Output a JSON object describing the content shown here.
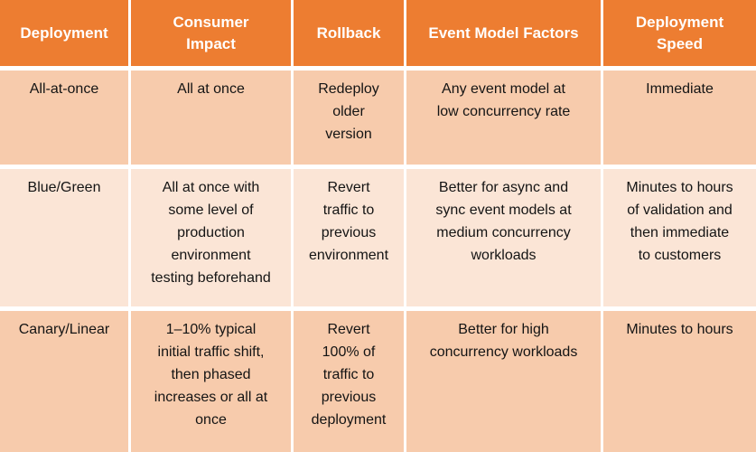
{
  "colors": {
    "header-bg": "#ED7D31",
    "row-dark": "#F7CBAC",
    "row-light": "#FBE5D6",
    "grid-line": "#FFFFFF",
    "header-text": "#FFFFFF",
    "body-text": "#141414"
  },
  "chart_data": {
    "type": "table",
    "columns": [
      "Deployment",
      "Consumer\nImpact",
      "Rollback",
      "Event Model Factors",
      "Deployment\nSpeed"
    ],
    "rows": [
      [
        "All-at-once",
        "All at once",
        "Redeploy\nolder\nversion",
        "Any event model at\nlow concurrency rate",
        "Immediate"
      ],
      [
        "Blue/Green",
        "All at once with\nsome level of\nproduction\nenvironment\ntesting beforehand",
        "Revert\ntraffic to\nprevious\nenvironment",
        "Better for async and\nsync event models at\nmedium concurrency\nworkloads",
        "Minutes to hours\nof validation and\nthen immediate\nto customers"
      ],
      [
        "Canary/Linear",
        "1–10% typical\ninitial traffic shift,\nthen phased\nincreases or all at\nonce",
        "Revert\n100% of\ntraffic to\nprevious\ndeployment",
        "Better for high\nconcurrency workloads",
        "Minutes to hours"
      ]
    ]
  }
}
